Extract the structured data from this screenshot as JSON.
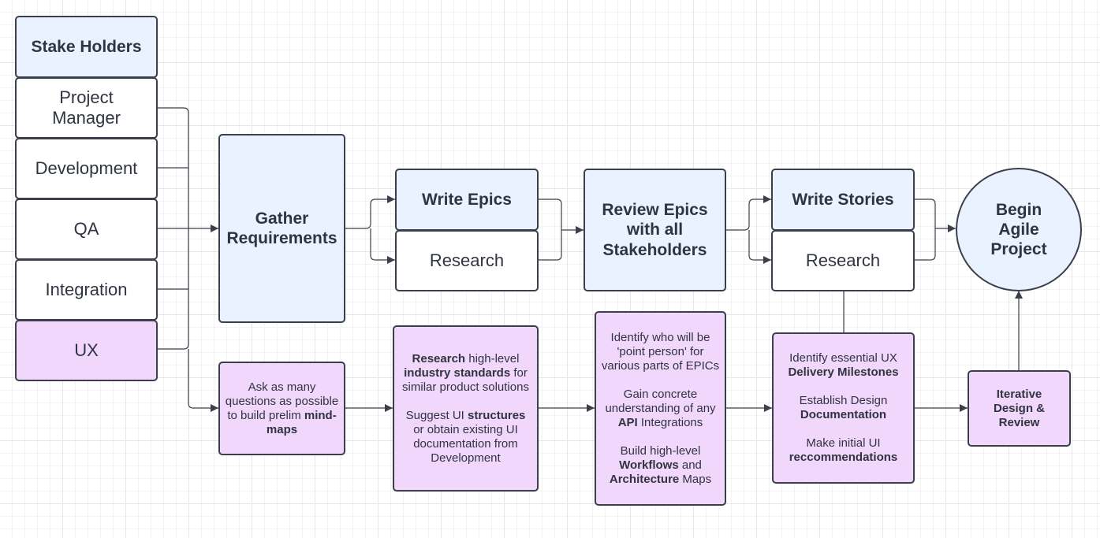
{
  "stakeholders": {
    "header": "Stake Holders",
    "items": [
      "Project Manager",
      "Development",
      "QA",
      "Integration",
      "UX"
    ]
  },
  "gather": "Gather Requirements",
  "write_epics": "Write Epics",
  "research_epics": "Research",
  "review_epics": "Review Epics with all Stakeholders",
  "write_stories": "Write Stories",
  "research_stories": "Research",
  "begin": "Begin Agile Project",
  "ux_notes": {
    "ask": {
      "a": "Ask as many questions as possible to build prelim ",
      "b": "mind-maps"
    },
    "research": {
      "p1a": "Research",
      "p1b": " high-level ",
      "p1c": "industry standards",
      "p1d": " for similar product solutions",
      "p2a": "Suggest UI ",
      "p2b": "structures",
      "p2c": " or obtain existing UI documentation from Development"
    },
    "identify": {
      "p1": "Identify who will be 'point person' for various parts of EPICs",
      "p2a": "Gain concrete understanding of any ",
      "p2b": "API",
      "p2c": " Integrations",
      "p3a": "Build high-level ",
      "p3b": "Workflows",
      "p3c": " and ",
      "p3d": "Architecture",
      "p3e": " Maps"
    },
    "milestones": {
      "p1a": "Identify essential UX ",
      "p1b": "Delivery Milestones",
      "p2a": "Establish Design ",
      "p2b": "Documentation",
      "p3a": "Make initial UI ",
      "p3b": "reccommendations"
    },
    "iterative": "Iterative Design & Review"
  },
  "colors": {
    "stroke": "#3a3f4b",
    "blue_fill": "#eaf2ff",
    "purple_fill": "#f1d7fb",
    "white_fill": "#ffffff"
  }
}
